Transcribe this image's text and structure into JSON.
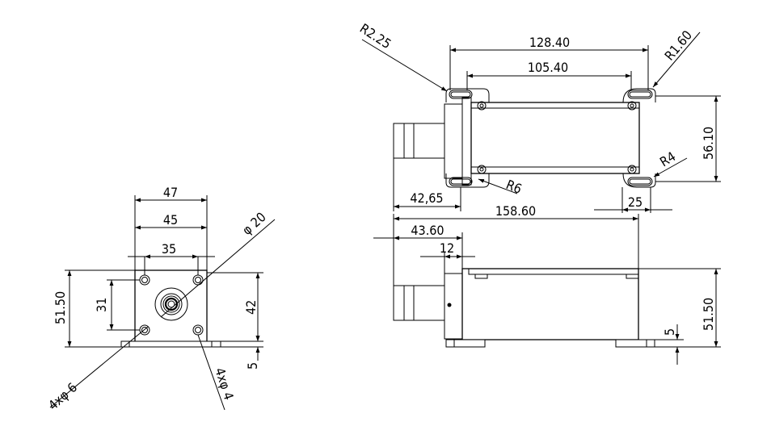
{
  "front_view": {
    "d47": "47",
    "d45": "45",
    "d35": "35",
    "phi20": "φ 20",
    "h5150": "51.50",
    "h31": "31",
    "h42": "42",
    "h5": "5",
    "holes6": "4xφ 6",
    "holes4": "4xφ 4"
  },
  "top_view": {
    "r225": "R2.25",
    "d12840": "128.40",
    "d10540": "105.40",
    "r160": "R1.60",
    "d5610": "56.10",
    "r4": "R4",
    "r6": "R6",
    "d4265": "42,65",
    "d25": "25"
  },
  "side_view": {
    "d15860": "158.60",
    "d4360": "43.60",
    "d12": "12",
    "h5150": "51.50",
    "h5": "5"
  }
}
